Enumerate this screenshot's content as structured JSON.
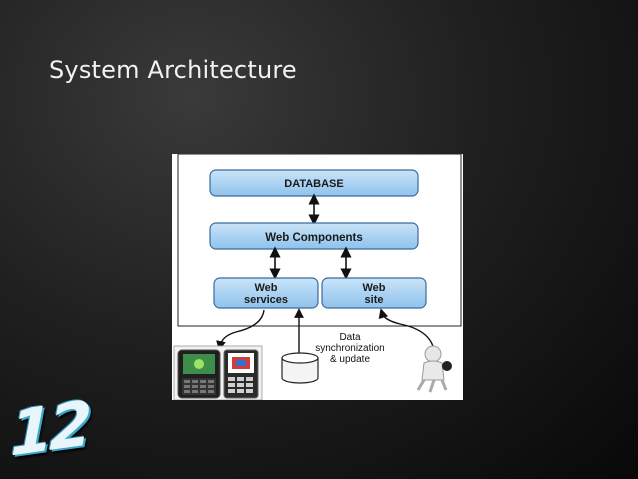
{
  "slide": {
    "title": "System Architecture",
    "number": "12"
  },
  "diagram": {
    "boxes": {
      "database": "DATABASE",
      "web_components": "Web Components",
      "web_services_line1": "Web",
      "web_services_line2": "services",
      "web_site_line1": "Web",
      "web_site_line2": "site"
    },
    "sync_label": [
      "Data",
      "synchronization",
      "& update"
    ],
    "colors": {
      "box_fill": "#a9d2f2",
      "box_stroke": "#3a6c9c",
      "background": "#ffffff"
    }
  }
}
